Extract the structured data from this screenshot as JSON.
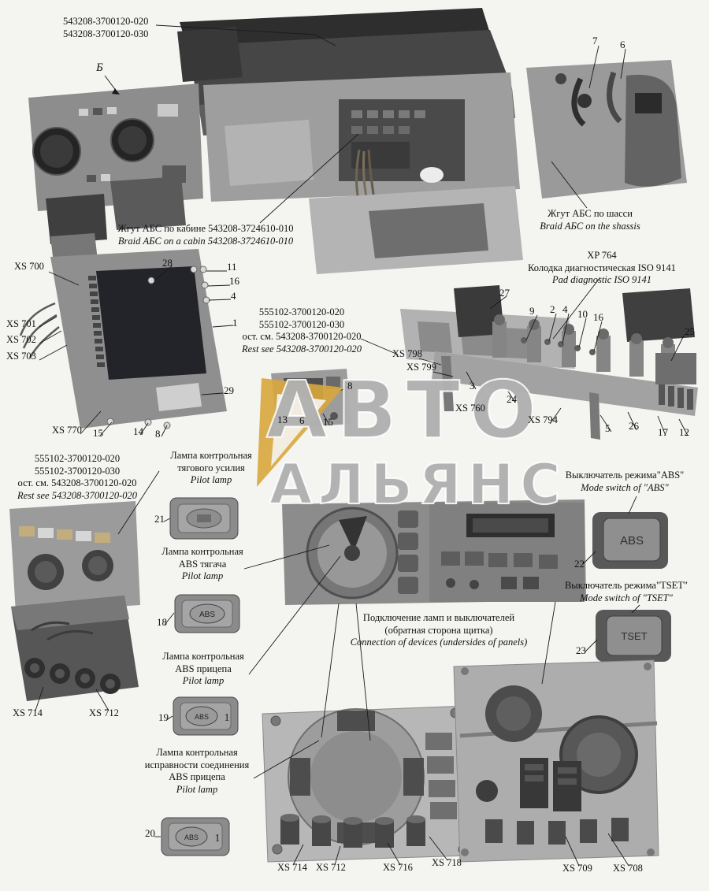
{
  "page": {
    "background": "#f4f4f1",
    "watermark_line1": "АВТО",
    "watermark_line2": "АЛЬЯНС",
    "watermark_accent_color": "#d9a73c"
  },
  "labels": {
    "top_part_line1": "543208-3700120-020",
    "top_part_line2": "543208-3700120-030",
    "marker_b": "Б",
    "cab_harness_ru": "Жгут АБС по кабине 543208-3724610-010",
    "cab_harness_en": "Braid АБС on a cabin 543208-3724610-010",
    "chassis_harness_ru": "Жгут АБС по шасси",
    "chassis_harness_en": "Braid АБС on the shassis",
    "xp764": "XP 764",
    "diag_ru": "Колодка диагностическая ISO 9141",
    "diag_en": "Pad diagnostic ISO 9141",
    "part555_line1": "555102-3700120-020",
    "part555_line2": "555102-3700120-030",
    "part555_line3": "ост. см. 543208-3700120-020",
    "part555_line4": "Rest see 543208-3700120-020",
    "lamp_traction_ru1": "Лампа контрольная",
    "lamp_traction_ru2": "тягового усилия",
    "lamp_traction_en": "Pilot lamp",
    "lamp_abs_tractor_ru1": "Лампа контрольная",
    "lamp_abs_tractor_ru2": "ABS тягача",
    "lamp_abs_tractor_en": "Pilot lamp",
    "lamp_abs_trailer_ru1": "Лампа контрольная",
    "lamp_abs_trailer_ru2": "ABS прицепа",
    "lamp_abs_trailer_en": "Pilot lamp",
    "lamp_conn_ru1": "Лампа контрольная",
    "lamp_conn_ru2": "исправности соединения",
    "lamp_conn_ru3": "ABS прицепа",
    "lamp_conn_en": "Pilot lamp",
    "switch_abs_ru": "Выключатель режима\"ABS\"",
    "switch_abs_en": "Mode switch of  \"ABS\"",
    "switch_tset_ru": "Выключатель режима\"TSET\"",
    "switch_tset_en": "Mode switch of  \"TSET\"",
    "connection_ru1": "Подключение ламп и выключателей",
    "connection_ru2": "(обратная сторона щитка)",
    "connection_en": "Connection of devices (undersides of panels)"
  },
  "buttons": {
    "abs": "ABS",
    "tset": "TSET",
    "lamp_abs": "ABS",
    "one": "1"
  },
  "callouts": {
    "n1": "1",
    "n2": "2",
    "n3": "3",
    "n4": "4",
    "n5": "5",
    "n6": "6",
    "n7": "7",
    "n8": "8",
    "n9": "9",
    "n10": "10",
    "n11": "11",
    "n12": "12",
    "n13": "13",
    "n14": "14",
    "n15": "15",
    "n16": "16",
    "n17": "17",
    "n18": "18",
    "n19": "19",
    "n20": "20",
    "n21": "21",
    "n22": "22",
    "n23": "23",
    "n24": "24",
    "n25": "25",
    "n26": "26",
    "n27": "27",
    "n28": "28",
    "n29": "29"
  },
  "connectors": {
    "xs700": "XS 700",
    "xs701": "XS 701",
    "xs702": "XS 702",
    "xs703": "XS 703",
    "xs770": "XS 770",
    "xs798": "XS 798",
    "xs799": "XS 799",
    "xs760": "XS 760",
    "xs794": "XS 794",
    "xs714": "XS 714",
    "xs712": "XS 712",
    "xs716": "XS 716",
    "xs718": "XS 718",
    "xs709": "XS 709",
    "xs708": "XS 708"
  }
}
